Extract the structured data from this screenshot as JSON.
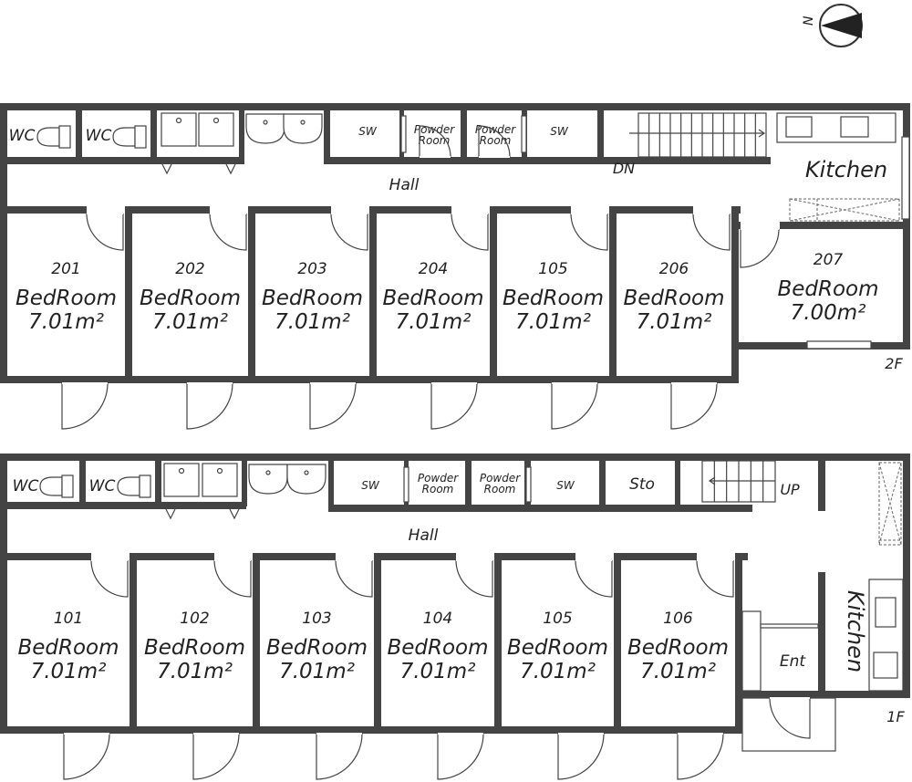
{
  "compass": {
    "label": "N"
  },
  "floor2": {
    "floor_label": "2F",
    "hall": "Hall",
    "kitchen": "Kitchen",
    "stairs": "DN",
    "wc": [
      "WC",
      "WC"
    ],
    "sw": [
      "SW",
      "SW"
    ],
    "powder": [
      "Powder\nRoom",
      "Powder\nRoom"
    ],
    "rooms": [
      {
        "number": "201",
        "name": "BedRoom",
        "area": "7.01m²"
      },
      {
        "number": "202",
        "name": "BedRoom",
        "area": "7.01m²"
      },
      {
        "number": "203",
        "name": "BedRoom",
        "area": "7.01m²"
      },
      {
        "number": "204",
        "name": "BedRoom",
        "area": "7.01m²"
      },
      {
        "number": "105",
        "name": "BedRoom",
        "area": "7.01m²"
      },
      {
        "number": "206",
        "name": "BedRoom",
        "area": "7.01m²"
      }
    ],
    "room_207": {
      "number": "207",
      "name": "BedRoom",
      "area": "7.00m²"
    }
  },
  "floor1": {
    "floor_label": "1F",
    "hall": "Hall",
    "kitchen": "Kitchen",
    "stairs": "UP",
    "storage": "Sto",
    "entrance": "Ent",
    "wc": [
      "WC",
      "WC"
    ],
    "sw": [
      "SW",
      "SW"
    ],
    "powder": [
      "Powder\nRoom",
      "Powder\nRoom"
    ],
    "rooms": [
      {
        "number": "101",
        "name": "BedRoom",
        "area": "7.01m²"
      },
      {
        "number": "102",
        "name": "BedRoom",
        "area": "7.01m²"
      },
      {
        "number": "103",
        "name": "BedRoom",
        "area": "7.01m²"
      },
      {
        "number": "104",
        "name": "BedRoom",
        "area": "7.01m²"
      },
      {
        "number": "105",
        "name": "BedRoom",
        "area": "7.01m²"
      },
      {
        "number": "106",
        "name": "BedRoom",
        "area": "7.01m²"
      }
    ]
  }
}
